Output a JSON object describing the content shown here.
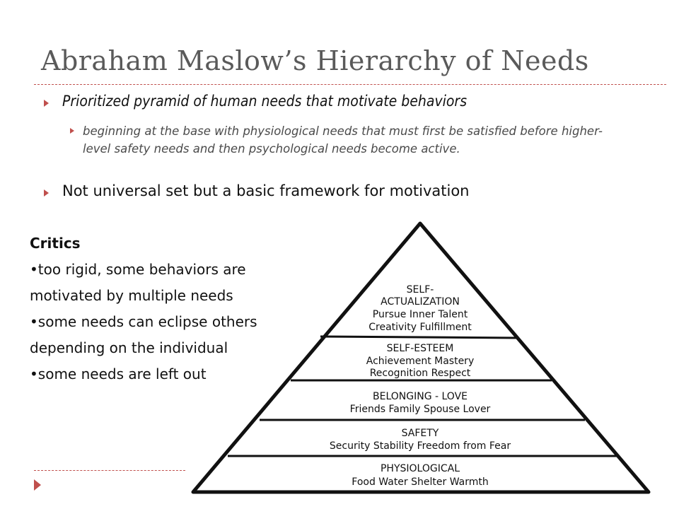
{
  "title": "Abraham Maslow’s Hierarchy of Needs",
  "bullets": {
    "b1": "Prioritized pyramid of human needs that motivate behaviors",
    "b1_sub": "beginning at the base with physiological needs that must first be satisfied before higher-level safety needs and then psychological needs become active.",
    "b2": "Not universal set but a basic framework for motivation"
  },
  "critics": {
    "heading": "Critics",
    "lines": [
      "•too rigid, some behaviors are",
      "motivated by multiple needs",
      "•some needs can eclipse others",
      "depending on the individual",
      "•some needs are left out"
    ]
  },
  "pyramid": {
    "levels": [
      {
        "lines": [
          "SELF-",
          "ACTUALIZATION",
          "Pursue Inner Talent",
          "Creativity  Fulfillment"
        ]
      },
      {
        "lines": [
          "SELF-ESTEEM",
          "Achievement Mastery",
          "Recognition  Respect"
        ]
      },
      {
        "lines": [
          "BELONGING - LOVE",
          "Friends  Family  Spouse  Lover"
        ]
      },
      {
        "lines": [
          "SAFETY",
          "Security  Stability  Freedom from Fear"
        ]
      },
      {
        "lines": [
          "PHYSIOLOGICAL",
          "Food  Water  Shelter  Warmth"
        ]
      }
    ]
  },
  "colors": {
    "accent": "#c0504d",
    "title": "#5a5a5a",
    "text": "#111111"
  },
  "icons": {
    "bullet": "triangle-right-icon"
  }
}
